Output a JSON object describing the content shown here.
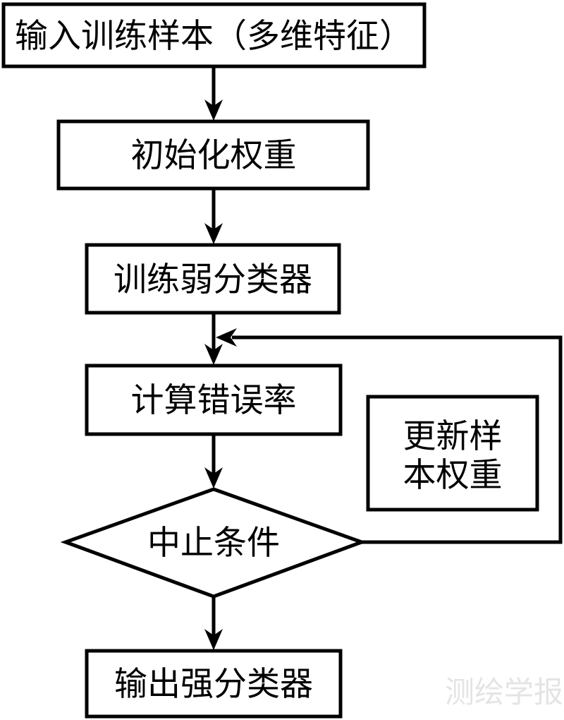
{
  "flowchart": {
    "nodes": {
      "input": {
        "label": "输入训练样本（多维特征）",
        "shape": "rect"
      },
      "init": {
        "label": "初始化权重",
        "shape": "rect"
      },
      "train": {
        "label": "训练弱分类器",
        "shape": "rect"
      },
      "error": {
        "label": "计算错误率",
        "shape": "rect"
      },
      "update": {
        "lines": [
          "更新样",
          "本权重"
        ],
        "shape": "rect"
      },
      "condition": {
        "label": "中止条件",
        "shape": "diamond"
      },
      "output": {
        "label": "输出强分类器",
        "shape": "rect"
      }
    },
    "edges": [
      {
        "from": "input",
        "to": "init"
      },
      {
        "from": "init",
        "to": "train"
      },
      {
        "from": "train",
        "to": "error"
      },
      {
        "from": "error",
        "to": "condition"
      },
      {
        "from": "condition",
        "to": "output"
      },
      {
        "from": "condition",
        "to": "error",
        "type": "feedback-loop",
        "passes_by": "update"
      }
    ],
    "colors": {
      "stroke": "#000000",
      "background": "#ffffff"
    }
  },
  "watermark": {
    "text": "测绘学报",
    "color": "#e4e4e4"
  }
}
